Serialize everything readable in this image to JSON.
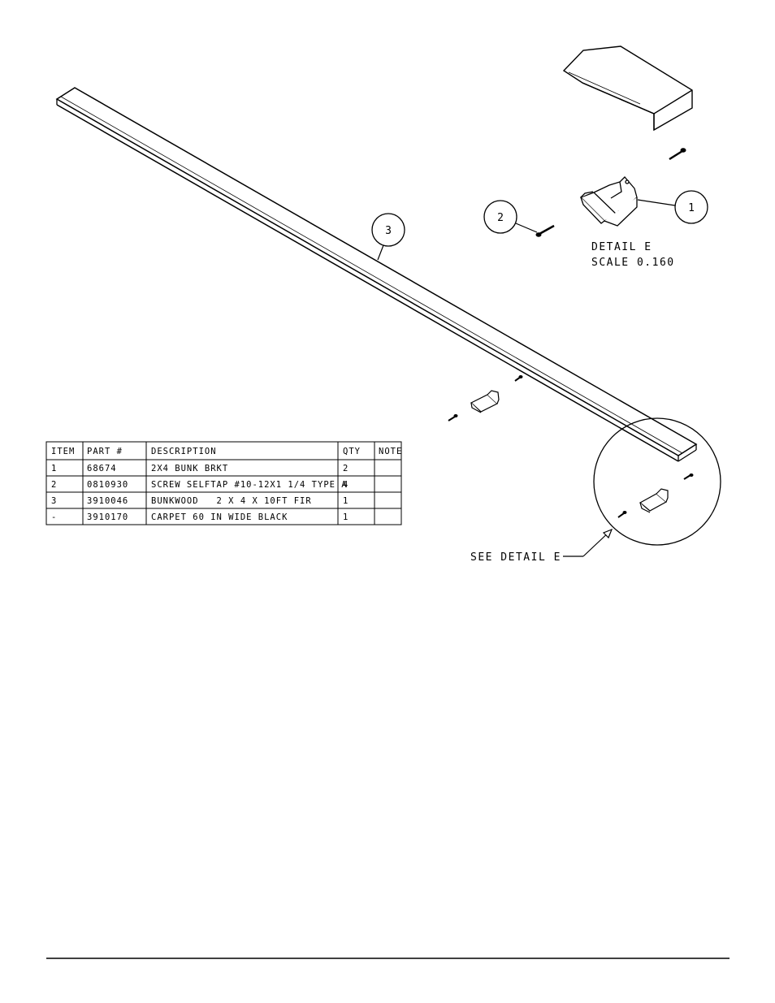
{
  "balloons": {
    "item1": "1",
    "item2": "2",
    "item3": "3"
  },
  "detail": {
    "title": "DETAIL  E",
    "scale": "SCALE  0.160"
  },
  "callout": {
    "label": "SEE DETAIL  E"
  },
  "parts_table": {
    "headers": {
      "item": "ITEM",
      "part": "PART #",
      "description": "DESCRIPTION",
      "qty": "QTY",
      "note": "NOTE"
    },
    "rows": [
      {
        "item": "1",
        "part": "68674",
        "description": "2X4 BUNK BRKT",
        "qty": "2",
        "note": ""
      },
      {
        "item": "2",
        "part": "0810930",
        "description": "SCREW SELFTAP #10-12X1 1/4 TYPE A",
        "qty": "4",
        "note": ""
      },
      {
        "item": "3",
        "part": "3910046",
        "description": "BUNKWOOD   2 X 4 X 10FT FIR",
        "qty": "1",
        "note": ""
      },
      {
        "item": "-",
        "part": "3910170",
        "description": "CARPET 60 IN WIDE BLACK",
        "qty": "1",
        "note": ""
      }
    ]
  }
}
